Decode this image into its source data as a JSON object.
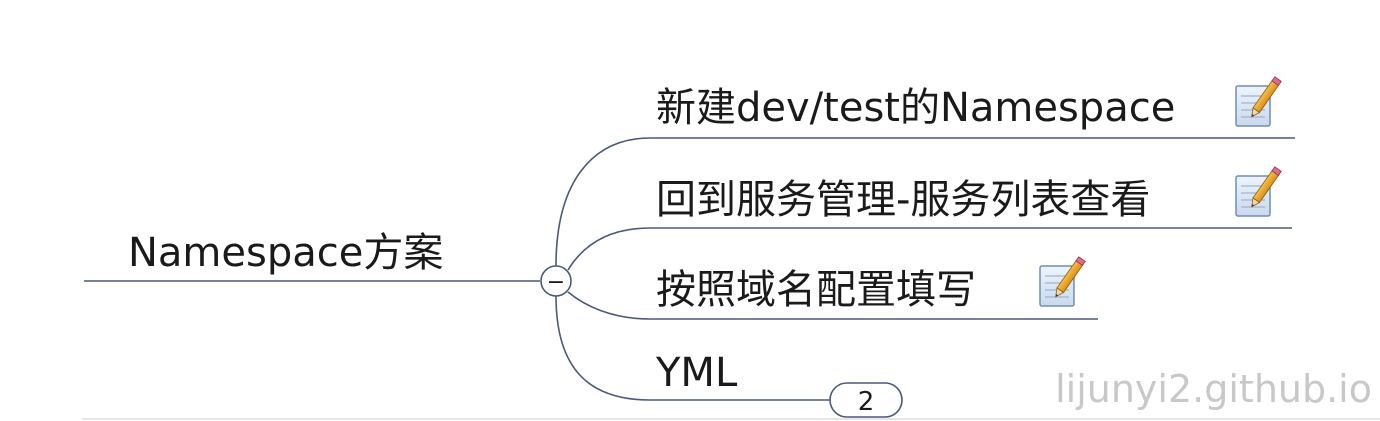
{
  "root": {
    "label": "Namespace方案",
    "collapse_symbol": "−"
  },
  "children": [
    {
      "label": "新建dev/test的Namespace",
      "has_note": true
    },
    {
      "label": "回到服务管理-服务列表查看",
      "has_note": true
    },
    {
      "label": "按照域名配置填写",
      "has_note": true
    },
    {
      "label": "YML",
      "has_note": false,
      "collapsed_count": "2"
    }
  ],
  "icons": {
    "note": "note-pencil-icon"
  },
  "watermark": "lijunyi2.github.io",
  "colors": {
    "line": "#4a5a7a",
    "text": "#1a1a1a",
    "watermark": "#c8c8c8"
  }
}
